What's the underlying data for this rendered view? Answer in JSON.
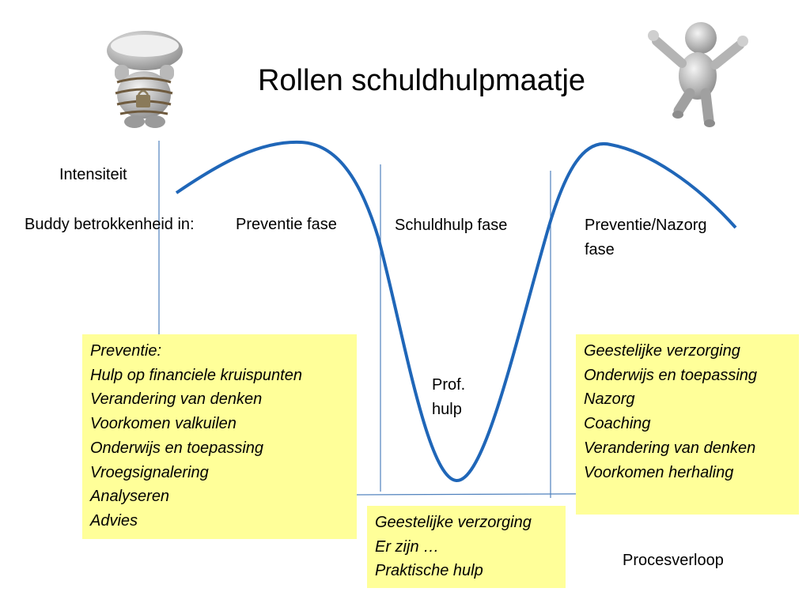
{
  "title": "Rollen schuldhulpmaatje",
  "y_axis_label": "Intensiteit",
  "x_axis_label": "Procesverloop",
  "buddy_label": "Buddy betrokkenheid in:",
  "phases": {
    "preventie": "Preventie fase",
    "schuldhulp": "Schuldhulp fase",
    "nazorg_line1": "Preventie/Nazorg",
    "nazorg_line2": "fase"
  },
  "prof_hulp": {
    "line1": "Prof.",
    "line2": "hulp"
  },
  "boxes": {
    "preventie": [
      "Preventie:",
      "Hulp op financiele kruispunten",
      "Verandering van denken",
      "Voorkomen valkuilen",
      "Onderwijs en toepassing",
      "Vroegsignalering",
      "Analyseren",
      "Advies"
    ],
    "schuldhulp": [
      "Geestelijke verzorging",
      "Er zijn …",
      "Praktische hulp"
    ],
    "nazorg": [
      "Geestelijke verzorging",
      "Onderwijs en toepassing",
      "Nazorg",
      "Coaching",
      "Verandering van denken",
      "Voorkomen herhaling"
    ]
  },
  "colors": {
    "curve": "#1f66b8",
    "axis": "#4f81bd",
    "box": "#ffff99"
  },
  "icons": {
    "left": "chained-figure-icon",
    "right": "jumping-figure-icon"
  }
}
